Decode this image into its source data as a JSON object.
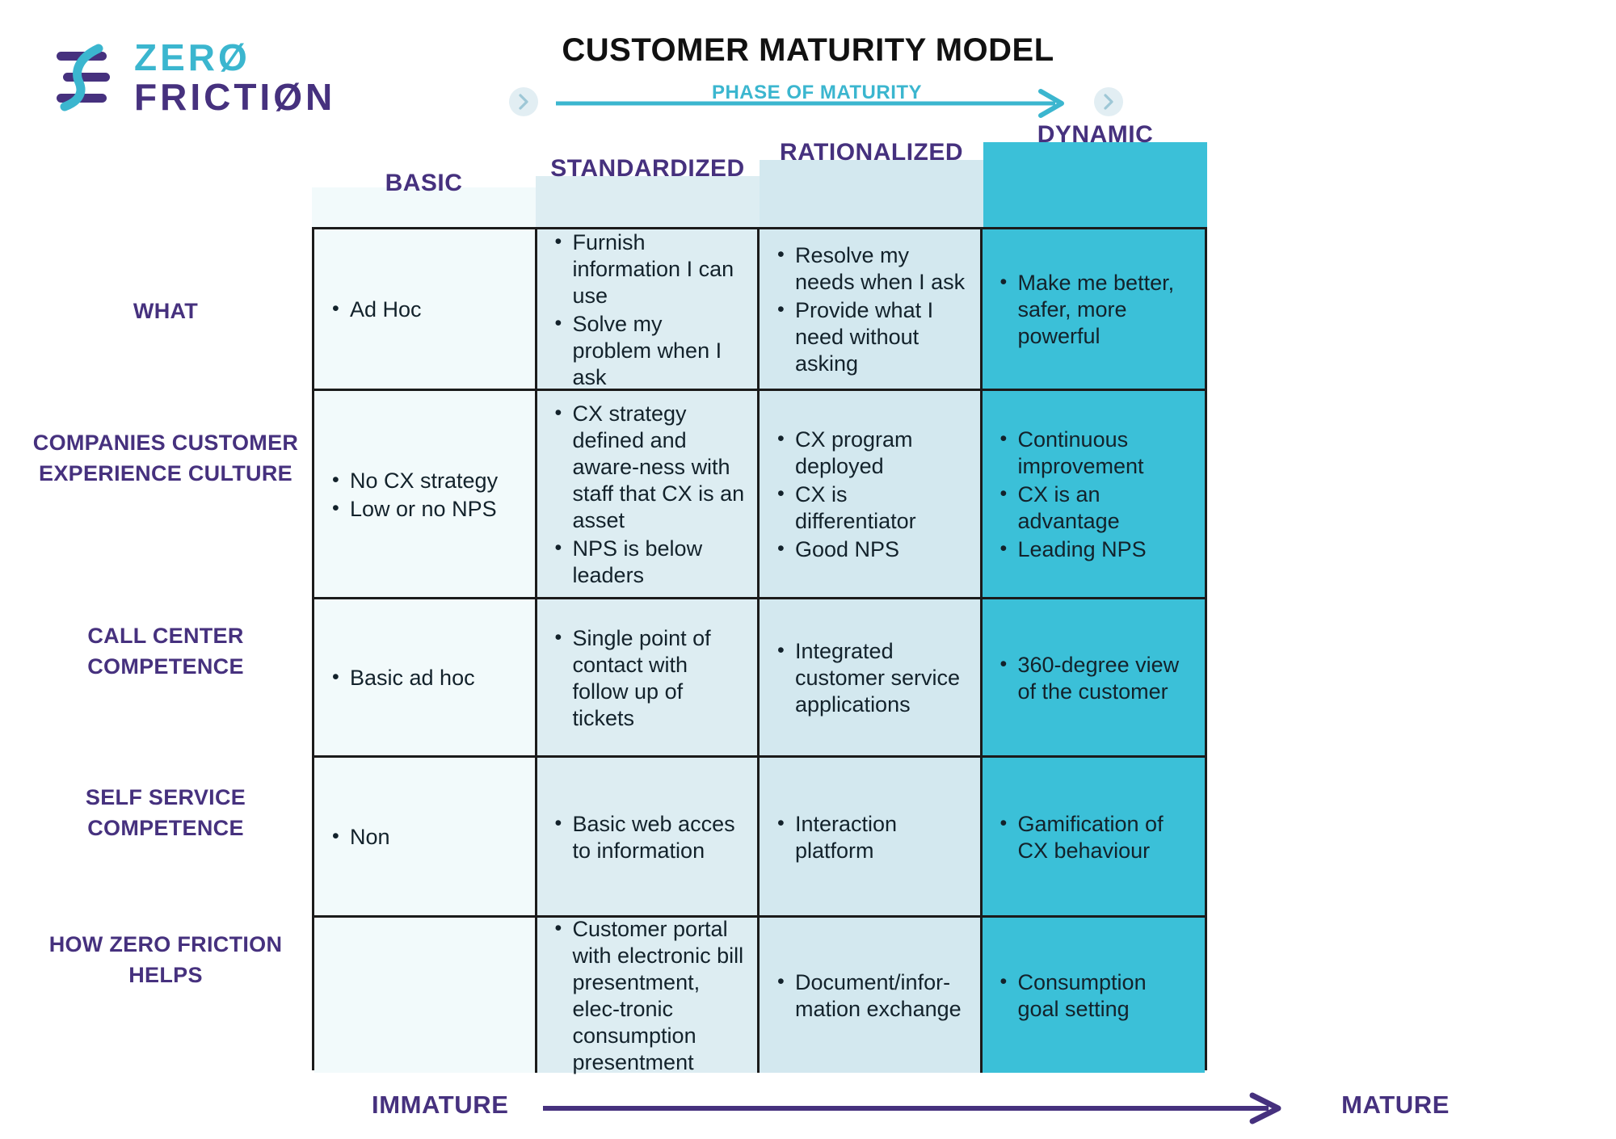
{
  "brand": {
    "name_line1": "ZERØ",
    "name_line2": "FRICTIØN",
    "mark_icon": "zero-friction-logo-icon",
    "color_cyan": "#3bb6cf",
    "color_purple": "#46317e"
  },
  "header": {
    "title": "CUSTOMER MATURITY MODEL",
    "phase_label": "PHASE OF MATURITY",
    "chevron_left_icon": "chevron-right-icon",
    "chevron_right_icon": "chevron-right-icon",
    "arrow_icon": "arrow-right-icon"
  },
  "columns": [
    {
      "label": "BASIC",
      "color": "#f2fafb"
    },
    {
      "label": "STANDARDIZED",
      "color": "#ddedf2"
    },
    {
      "label": "RATIONALIZED",
      "color": "#d3e8ef"
    },
    {
      "label": "DYNAMIC",
      "color": "#3bc0d8"
    }
  ],
  "rows": [
    {
      "label": "WHAT",
      "cells": [
        [
          "Ad Hoc"
        ],
        [
          "Furnish information I can use",
          "Solve my problem when I ask"
        ],
        [
          "Resolve my needs when I ask",
          "Provide what I need without asking"
        ],
        [
          "Make me better, safer, more powerful"
        ]
      ]
    },
    {
      "label": "COMPANIES CUSTOMER EXPERIENCE CULTURE",
      "cells": [
        [
          "No CX strategy",
          "Low or no NPS"
        ],
        [
          "CX strategy defined and aware-ness with staff that CX is an asset",
          "NPS is below leaders"
        ],
        [
          "CX program deployed",
          "CX is differentiator",
          "Good NPS"
        ],
        [
          "Continuous improvement",
          "CX is an advantage",
          "Leading NPS"
        ]
      ]
    },
    {
      "label": "CALL CENTER COMPETENCE",
      "cells": [
        [
          "Basic ad hoc"
        ],
        [
          "Single point of contact with follow up of tickets"
        ],
        [
          "Integrated customer service applications"
        ],
        [
          "360-degree view of the customer"
        ]
      ]
    },
    {
      "label": "SELF SERVICE COMPETENCE",
      "cells": [
        [
          "Non"
        ],
        [
          "Basic web acces to information"
        ],
        [
          "Interaction platform"
        ],
        [
          "Gamification of CX behaviour"
        ]
      ]
    },
    {
      "label": "HOW ZERO FRICTION HELPS",
      "cells": [
        [],
        [
          "Customer portal with electronic bill presentment, elec-tronic consumption presentment"
        ],
        [
          "Document/infor-mation exchange"
        ],
        [
          "Consumption goal setting"
        ]
      ]
    }
  ],
  "footer": {
    "left_label": "IMMATURE",
    "right_label": "MATURE",
    "arrow_icon": "arrow-right-icon"
  }
}
